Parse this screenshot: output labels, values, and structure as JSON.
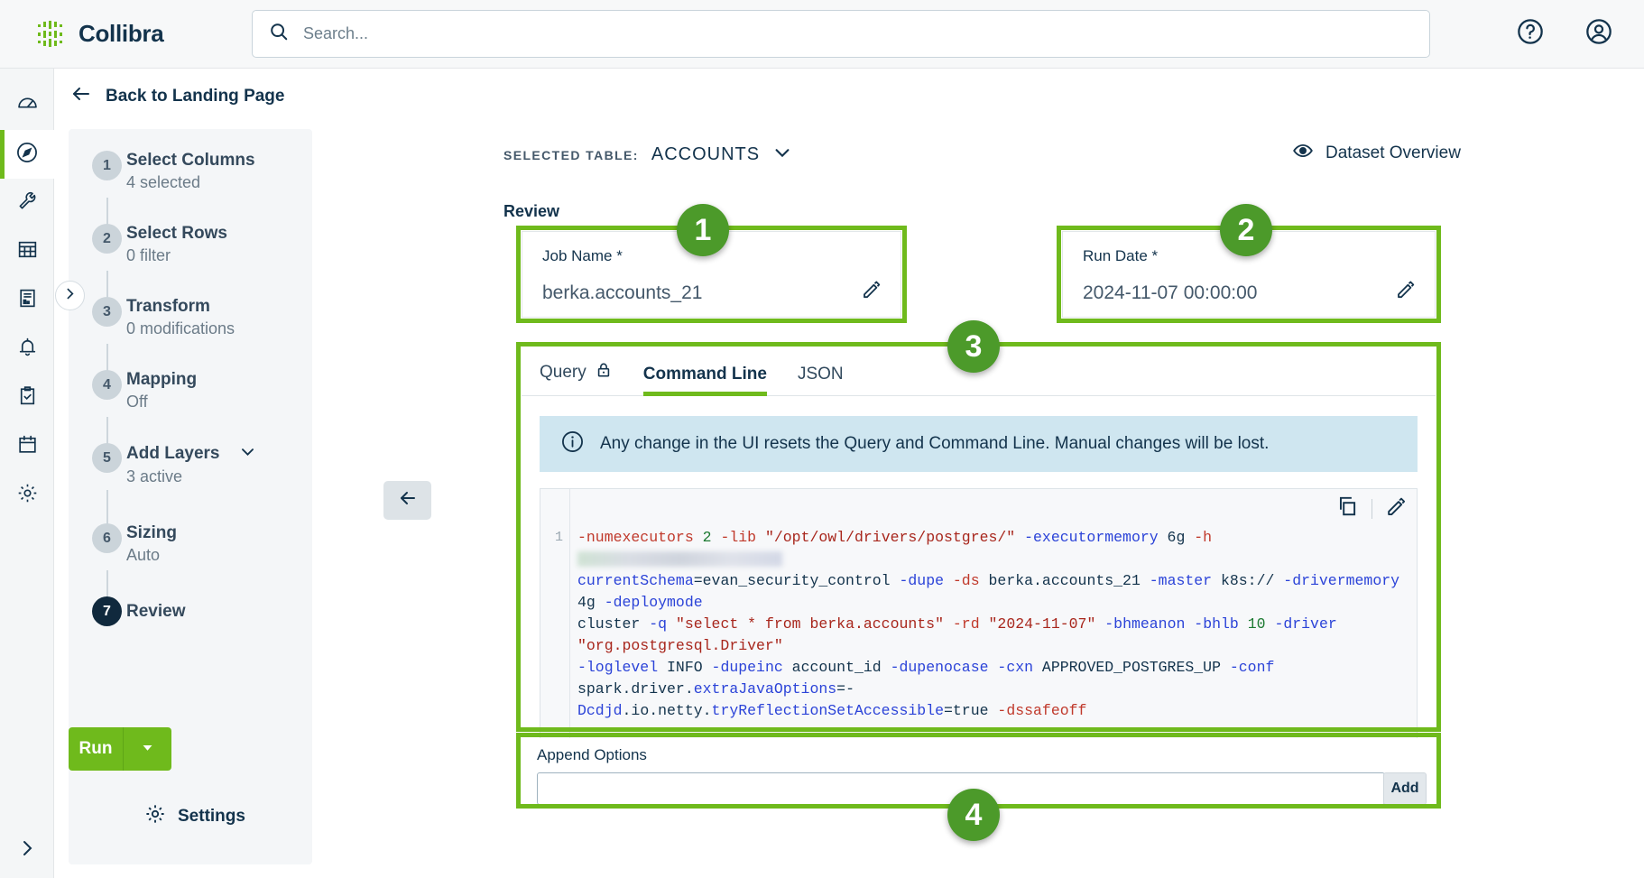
{
  "header": {
    "brand_name": "Collibra",
    "search_placeholder": "Search...",
    "search_value": "",
    "help_icon": "help-circle-icon",
    "account_icon": "user-circle-icon"
  },
  "rail": {
    "items": [
      {
        "name": "dashboard",
        "icon": "gauge-icon",
        "active": false
      },
      {
        "name": "explore",
        "icon": "compass-icon",
        "active": true
      },
      {
        "name": "tools",
        "icon": "wrench-icon",
        "active": false
      },
      {
        "name": "datasets",
        "icon": "table-grid-icon",
        "active": false
      },
      {
        "name": "reports",
        "icon": "report-document-icon",
        "active": false
      },
      {
        "name": "alerts",
        "icon": "bell-icon",
        "active": false
      },
      {
        "name": "tasks",
        "icon": "clipboard-check-icon",
        "active": false
      },
      {
        "name": "schedule",
        "icon": "calendar-icon",
        "active": false
      },
      {
        "name": "settings",
        "icon": "gear-icon",
        "active": false
      }
    ],
    "expand_icon": "chevron-right-icon"
  },
  "back_link": {
    "label": "Back to Landing Page",
    "icon": "arrow-left-icon"
  },
  "stepper": {
    "expand_icon": "chevron-right-icon",
    "steps": [
      {
        "num": "1",
        "title": "Select Columns",
        "sub": "4 selected",
        "current": false,
        "caret": false
      },
      {
        "num": "2",
        "title": "Select Rows",
        "sub": "0 filter",
        "current": false,
        "caret": false
      },
      {
        "num": "3",
        "title": "Transform",
        "sub": "0 modifications",
        "current": false,
        "caret": false
      },
      {
        "num": "4",
        "title": "Mapping",
        "sub": "Off",
        "current": false,
        "caret": false
      },
      {
        "num": "5",
        "title": "Add Layers",
        "sub": "3 active",
        "current": false,
        "caret": true
      },
      {
        "num": "6",
        "title": "Sizing",
        "sub": "Auto",
        "current": false,
        "caret": false
      },
      {
        "num": "7",
        "title": "Review",
        "sub": "",
        "current": true,
        "caret": false
      }
    ],
    "run_label": "Run",
    "run_caret_icon": "chevron-down-icon",
    "settings_label": "Settings",
    "settings_icon": "gear-icon"
  },
  "collapse_button": {
    "icon": "arrow-left-icon"
  },
  "toolbar": {
    "selected_table_label": "SELECTED TABLE:",
    "selected_table_value": "ACCOUNTS",
    "selected_table_caret": "chevron-down-icon",
    "dataset_overview_label": "Dataset Overview",
    "dataset_overview_icon": "eye-icon"
  },
  "review": {
    "section_title": "Review",
    "job_name": {
      "label": "Job Name *",
      "value": "berka.accounts_21",
      "edit_icon": "pencil-icon"
    },
    "run_date": {
      "label": "Run Date *",
      "value": "2024-11-07 00:00:00",
      "edit_icon": "pencil-icon"
    },
    "tabs": [
      {
        "label": "Query",
        "active": false,
        "icon": "lock-icon"
      },
      {
        "label": "Command Line",
        "active": true,
        "icon": ""
      },
      {
        "label": "JSON",
        "active": false,
        "icon": ""
      }
    ],
    "info_banner": {
      "icon": "info-circle-icon",
      "text": "Any change in the UI resets the Query and Command Line. Manual changes will be lost."
    },
    "code": {
      "line_number": "1",
      "copy_icon": "copy-icon",
      "edit_icon": "pencil-icon",
      "tokens": [
        {
          "t": "-numexecutors",
          "c": "flag-r"
        },
        {
          "t": " "
        },
        {
          "t": "2",
          "c": "num"
        },
        {
          "t": " "
        },
        {
          "t": "-lib",
          "c": "flag-r"
        },
        {
          "t": " "
        },
        {
          "t": "\"/opt/owl/drivers/postgres/\"",
          "c": "str"
        },
        {
          "t": " "
        },
        {
          "t": "-executormemory",
          "c": "flag"
        },
        {
          "t": " 6g "
        },
        {
          "t": "-h",
          "c": "flag-r"
        },
        {
          "t": " "
        },
        {
          "t": "",
          "c": "redacted"
        },
        {
          "t": "\n"
        },
        {
          "t": "currentSchema",
          "c": "id"
        },
        {
          "t": "=evan_security_control "
        },
        {
          "t": "-dupe",
          "c": "flag"
        },
        {
          "t": " "
        },
        {
          "t": "-ds",
          "c": "flag-r"
        },
        {
          "t": " berka.accounts_21 "
        },
        {
          "t": "-master",
          "c": "flag"
        },
        {
          "t": " k8s:// "
        },
        {
          "t": "-drivermemory",
          "c": "flag"
        },
        {
          "t": " 4g "
        },
        {
          "t": "-deploymode",
          "c": "flag"
        },
        {
          "t": "\ncluster "
        },
        {
          "t": "-q",
          "c": "flag"
        },
        {
          "t": " "
        },
        {
          "t": "\"select * from berka.accounts\"",
          "c": "str"
        },
        {
          "t": " "
        },
        {
          "t": "-rd",
          "c": "flag-r"
        },
        {
          "t": " "
        },
        {
          "t": "\"2024-11-07\"",
          "c": "str"
        },
        {
          "t": " "
        },
        {
          "t": "-bhmeanon",
          "c": "flag"
        },
        {
          "t": " "
        },
        {
          "t": "-bhlb",
          "c": "flag"
        },
        {
          "t": " "
        },
        {
          "t": "10",
          "c": "num"
        },
        {
          "t": " "
        },
        {
          "t": "-driver",
          "c": "flag"
        },
        {
          "t": " "
        },
        {
          "t": "\"org.postgresql.Driver\"",
          "c": "str"
        },
        {
          "t": "\n"
        },
        {
          "t": "-loglevel",
          "c": "flag"
        },
        {
          "t": " INFO "
        },
        {
          "t": "-dupeinc",
          "c": "flag"
        },
        {
          "t": " account_id "
        },
        {
          "t": "-dupenocase",
          "c": "flag"
        },
        {
          "t": " "
        },
        {
          "t": "-cxn",
          "c": "flag"
        },
        {
          "t": " APPROVED_POSTGRES_UP "
        },
        {
          "t": "-conf",
          "c": "flag"
        },
        {
          "t": " spark.driver."
        },
        {
          "t": "extraJavaOptions",
          "c": "id"
        },
        {
          "t": "=-\n"
        },
        {
          "t": "Dcdjd",
          "c": "id"
        },
        {
          "t": ".io.netty."
        },
        {
          "t": "tryReflectionSetAccessible",
          "c": "id"
        },
        {
          "t": "=true "
        },
        {
          "t": "-dssafeoff",
          "c": "flag-r"
        }
      ],
      "plain_text": "-numexecutors 2 -lib \"/opt/owl/drivers/postgres/\" -executormemory 6g -h [redacted] currentSchema=evan_security_control -dupe -ds berka.accounts_21 -master k8s:// -drivermemory 4g -deploymode cluster -q \"select * from berka.accounts\" -rd \"2024-11-07\" -bhmeanon -bhlb 10 -driver \"org.postgresql.Driver\" -loglevel INFO -dupeinc account_id -dupenocase -cxn APPROVED_POSTGRES_UP -conf spark.driver.extraJavaOptions=-Dcdjd.io.netty.tryReflectionSetAccessible=true -dssafeoff"
    },
    "append_options": {
      "label": "Append Options",
      "value": "",
      "placeholder": "",
      "add_label": "Add"
    }
  },
  "annotations": [
    {
      "number": "1"
    },
    {
      "number": "2"
    },
    {
      "number": "3"
    },
    {
      "number": "4"
    }
  ],
  "colors": {
    "brand_green": "#6fba1c",
    "annotation_green": "#4c9a2a",
    "navy": "#13334c",
    "info_banner_bg": "#cfe6f0"
  }
}
